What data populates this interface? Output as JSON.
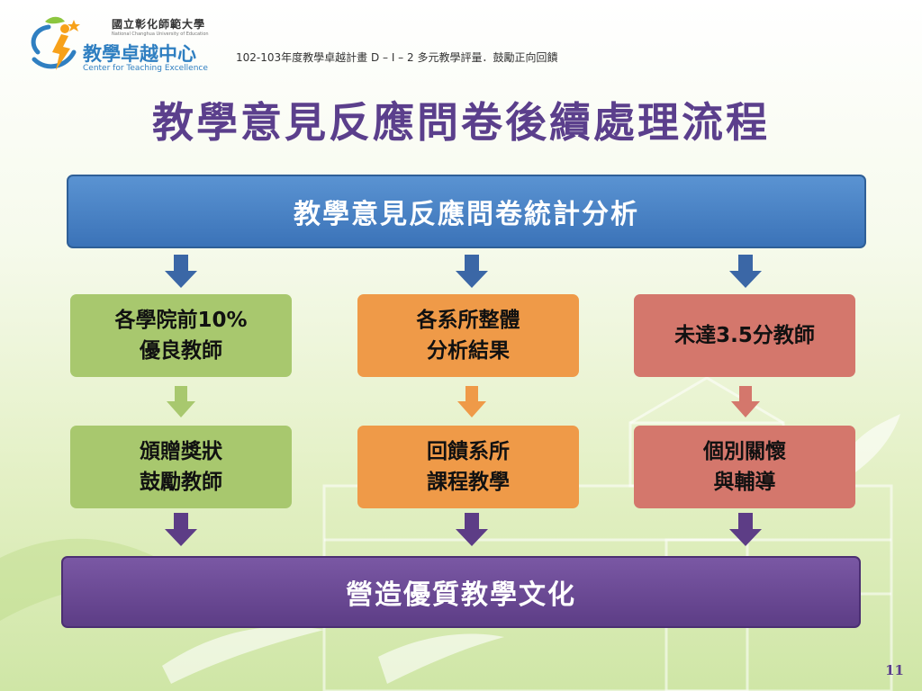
{
  "logo": {
    "university": "國立彰化師範大學",
    "university_en": "National Changhua University of Education",
    "center": "教學卓越中心",
    "center_en": "Center for Teaching Excellence"
  },
  "header": {
    "subtitle": "102-103年度教學卓越計畫  D – I – 2 多元教學評量．鼓勵正向回饋"
  },
  "title": "教學意見反應問卷後續處理流程",
  "flow": {
    "top": "教學意見反應問卷統計分析",
    "row1": [
      "各學院前10%\n優良教師",
      "各系所整體\n分析結果",
      "未達3.5分教師"
    ],
    "row2": [
      "頒贈獎狀\n鼓勵教師",
      "回饋系所\n課程教學",
      "個別關懷\n與輔導"
    ],
    "bottom": "營造優質教學文化"
  },
  "colors": {
    "title": "#5b3f8c",
    "top_box": "#3b73b8",
    "bottom_box": "#5d3d86",
    "green": "#a8c86e",
    "orange": "#ef9a48",
    "red": "#d4776c",
    "arrow_blue": "#3b67a6",
    "arrow_purple": "#5d3d86"
  },
  "page_number": "11"
}
